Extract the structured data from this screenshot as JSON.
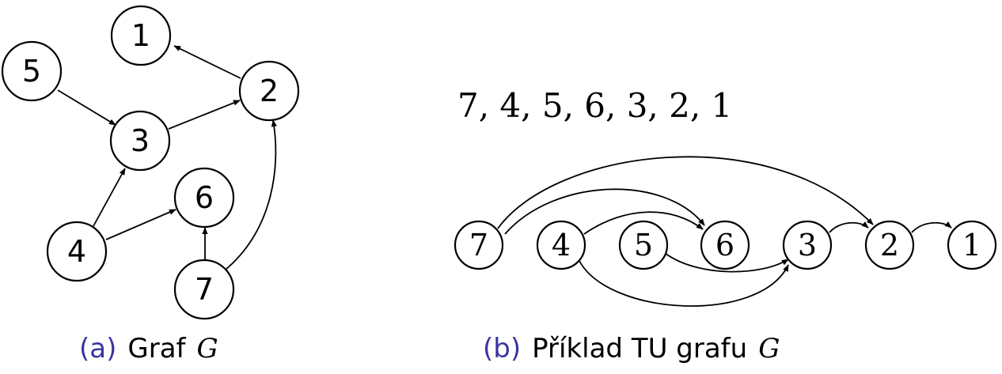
{
  "graph_a": {
    "nodes": [
      "1",
      "2",
      "3",
      "4",
      "5",
      "6",
      "7"
    ],
    "edges": [
      [
        "2",
        "1"
      ],
      [
        "3",
        "2"
      ],
      [
        "5",
        "3"
      ],
      [
        "4",
        "3"
      ],
      [
        "4",
        "6"
      ],
      [
        "7",
        "6"
      ],
      [
        "7",
        "2"
      ]
    ],
    "caption_label": "(a)",
    "caption_text": "Graf",
    "caption_math": "G"
  },
  "graph_b": {
    "order_text": "7, 4, 5, 6, 3, 2, 1",
    "nodes": [
      "7",
      "4",
      "5",
      "6",
      "3",
      "2",
      "1"
    ],
    "caption_label": "(b)",
    "caption_text": "Příklad TU grafu",
    "caption_math": "G"
  },
  "colors": {
    "caption_label": "#3a35a0",
    "stroke": "#000000"
  }
}
